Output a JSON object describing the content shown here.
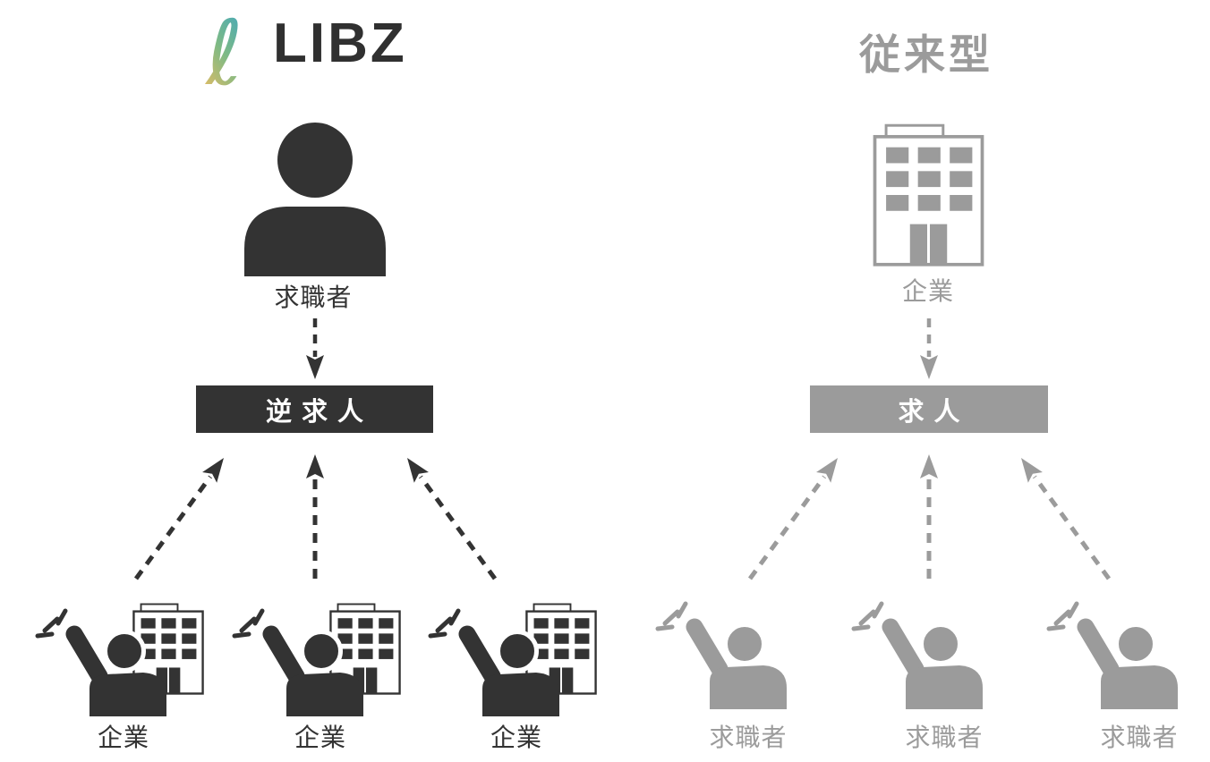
{
  "colors": {
    "dark": "#333333",
    "gray": "#9b9b9b",
    "banner_text": "#ffffff",
    "logo_gradient_top": "#45a9ba",
    "logo_gradient_mid": "#7fba84",
    "logo_gradient_bottom": "#e5bc64"
  },
  "libz": {
    "logo": {
      "mark": "ℓ",
      "name": "LIBZ"
    },
    "seeker": {
      "label": "求職者"
    },
    "box": {
      "label": "逆求人"
    },
    "companies": [
      {
        "label": "企業"
      },
      {
        "label": "企業"
      },
      {
        "label": "企業"
      }
    ]
  },
  "traditional": {
    "title": "従来型",
    "company": {
      "label": "企業"
    },
    "box": {
      "label": "求人"
    },
    "seekers": [
      {
        "label": "求職者"
      },
      {
        "label": "求職者"
      },
      {
        "label": "求職者"
      }
    ]
  },
  "icons": {
    "logo_mark": "script-ell-gradient",
    "job_seeker": "person-silhouette",
    "company_building": "office-building-outline",
    "company_applying": "person-raising-hand-with-building",
    "seeker_applying": "person-raising-hand",
    "flow": "dashed-arrow"
  }
}
